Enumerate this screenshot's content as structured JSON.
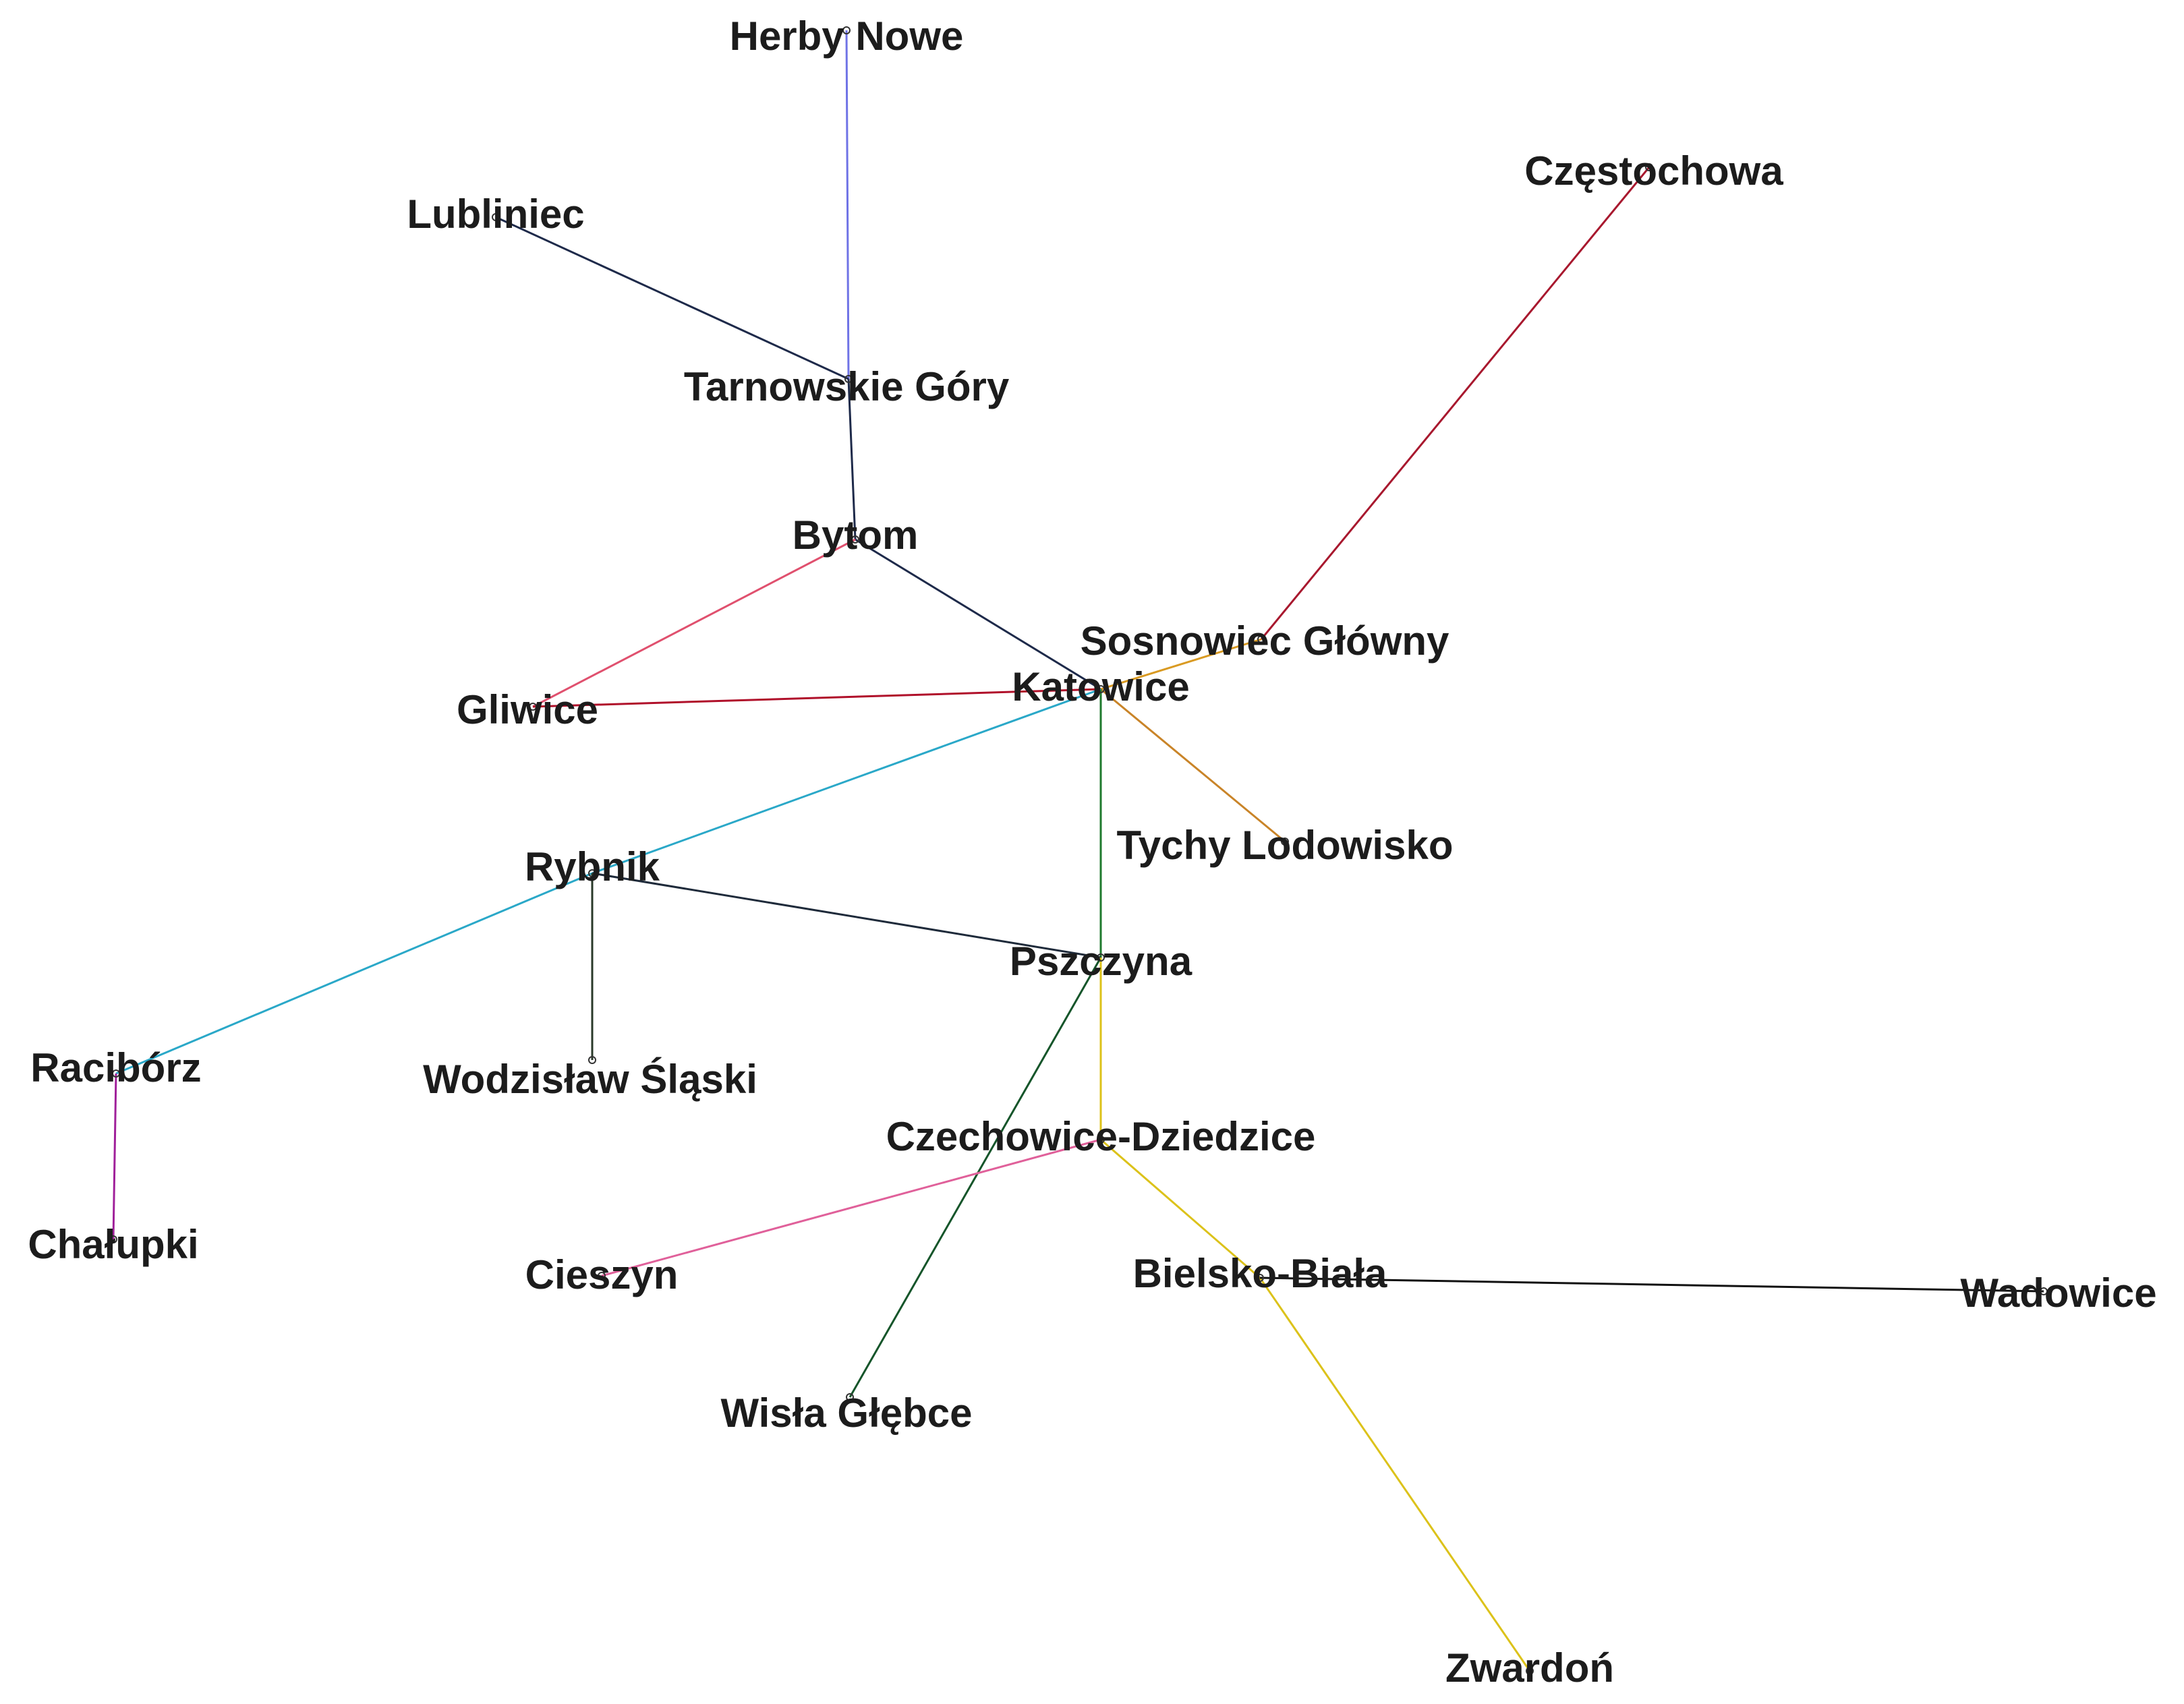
{
  "stations": [
    {
      "id": "herby",
      "name": "Herby Nowe"
    },
    {
      "id": "lubliniec",
      "name": "Lubliniec"
    },
    {
      "id": "czestochowa",
      "name": "Częstochowa"
    },
    {
      "id": "tarnowskie",
      "name": "Tarnowskie Góry"
    },
    {
      "id": "bytom",
      "name": "Bytom"
    },
    {
      "id": "sosnowiec",
      "name": "Sosnowiec Główny"
    },
    {
      "id": "katowice",
      "name": "Katowice"
    },
    {
      "id": "gliwice",
      "name": "Gliwice"
    },
    {
      "id": "tychy",
      "name": "Tychy Lodowisko"
    },
    {
      "id": "rybnik",
      "name": "Rybnik"
    },
    {
      "id": "pszczyna",
      "name": "Pszczyna"
    },
    {
      "id": "raciborz",
      "name": "Racibórz"
    },
    {
      "id": "wodzislaw",
      "name": "Wodzisław Śląski"
    },
    {
      "id": "czechowice",
      "name": "Czechowice-Dziedzice"
    },
    {
      "id": "chalupki",
      "name": "Chałupki"
    },
    {
      "id": "cieszyn",
      "name": "Cieszyn"
    },
    {
      "id": "bielsko",
      "name": "Bielsko-Biała"
    },
    {
      "id": "wadowice",
      "name": "Wadowice"
    },
    {
      "id": "wisla",
      "name": "Wisła Głębce"
    },
    {
      "id": "zwardon",
      "name": "Zwardoń"
    }
  ],
  "connections": [
    {
      "from": "herby",
      "to": "tarnowskie",
      "color": "#6f73e6"
    },
    {
      "from": "lubliniec",
      "to": "tarnowskie",
      "color": "#1e2a4a"
    },
    {
      "from": "tarnowskie",
      "to": "bytom",
      "color": "#1e2a4a"
    },
    {
      "from": "bytom",
      "to": "katowice",
      "color": "#1e2a4a"
    },
    {
      "from": "bytom",
      "to": "gliwice",
      "color": "#e0506e"
    },
    {
      "from": "gliwice",
      "to": "katowice",
      "color": "#b0102a"
    },
    {
      "from": "czestochowa",
      "to": "sosnowiec",
      "color": "#a8182e"
    },
    {
      "from": "sosnowiec",
      "to": "katowice",
      "color": "#d99a22"
    },
    {
      "from": "katowice",
      "to": "tychy",
      "color": "#c98428"
    },
    {
      "from": "katowice",
      "to": "pszczyna",
      "color": "#1f7a2e"
    },
    {
      "from": "katowice",
      "to": "rybnik",
      "color": "#2aa8c8"
    },
    {
      "from": "rybnik",
      "to": "raciborz",
      "color": "#2aa8c8"
    },
    {
      "from": "rybnik",
      "to": "pszczyna",
      "color": "#1e2a3a"
    },
    {
      "from": "rybnik",
      "to": "wodzislaw",
      "color": "#2a3a2a"
    },
    {
      "from": "raciborz",
      "to": "chalupki",
      "color": "#a0209a"
    },
    {
      "from": "pszczyna",
      "to": "wisla",
      "color": "#15552a"
    },
    {
      "from": "pszczyna",
      "to": "czechowice",
      "color": "#dcc21a"
    },
    {
      "from": "czechowice",
      "to": "cieszyn",
      "color": "#e0609a"
    },
    {
      "from": "czechowice",
      "to": "bielsko",
      "color": "#dcc21a"
    },
    {
      "from": "bielsko",
      "to": "zwardon",
      "color": "#dcc21a"
    },
    {
      "from": "bielsko",
      "to": "wadowice",
      "color": "#111111"
    }
  ]
}
